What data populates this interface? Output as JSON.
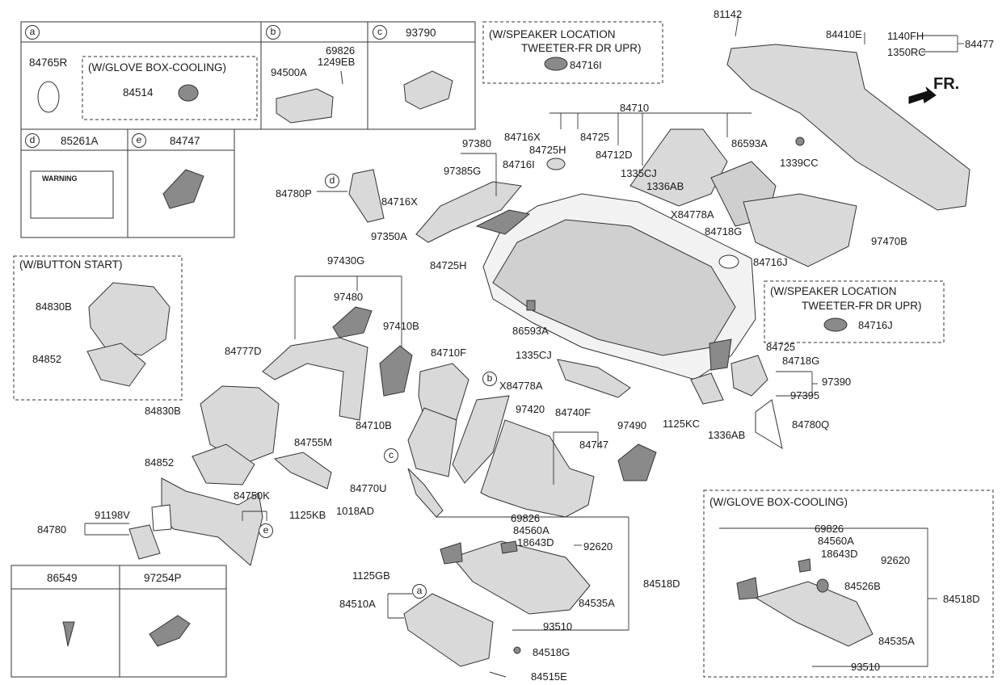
{
  "colors": {
    "line": "#333333",
    "part_fill": "#d9d9d9",
    "part_dark": "#8a8a8a"
  },
  "direction": {
    "label": "FR."
  },
  "boxes": {
    "a": {
      "letter": "a",
      "part": "84765R",
      "note": "(W/GLOVE BOX-COOLING)",
      "note_part": "84514"
    },
    "b": {
      "letter": "b",
      "parts": [
        "94500A",
        "69826",
        "1249EB"
      ]
    },
    "c": {
      "letter": "c",
      "part": "93790"
    },
    "d": {
      "letter": "d",
      "part": "85261A",
      "warning_text": "WARNING"
    },
    "e": {
      "letter": "e",
      "part": "84747"
    },
    "bottom_left": {
      "parts": [
        "86549",
        "97254P"
      ]
    }
  },
  "callouts": {
    "button_start": {
      "title": "(W/BUTTON START)",
      "parts": [
        "84830B",
        "84852"
      ]
    },
    "speaker_top": {
      "title_1": "(W/SPEAKER LOCATION",
      "title_2": "TWEETER-FR DR UPR)",
      "part": "84716I"
    },
    "speaker_right": {
      "title_1": "(W/SPEAKER LOCATION",
      "title_2": "TWEETER-FR DR UPR)",
      "part": "84716J"
    },
    "glove_cooling": {
      "title": "(W/GLOVE BOX-COOLING)",
      "parts": [
        "69826",
        "84560A",
        "18643D",
        "92620",
        "84526B",
        "84518D",
        "84535A",
        "93510"
      ]
    }
  },
  "labels": {
    "l81142": "81142",
    "l84410E": "84410E",
    "l1140FH": "1140FH",
    "l1350RC": "1350RC",
    "l84477": "84477",
    "l84710": "84710",
    "l84716X_a": "84716X",
    "l84725_a": "84725",
    "l84725H_a": "84725H",
    "l84712D": "84712D",
    "l86593A_a": "86593A",
    "l1335CJ_a": "1335CJ",
    "l1336AB_a": "1336AB",
    "lX84778A_a": "X84778A",
    "l84718G_a": "84718G",
    "l1339CC": "1339CC",
    "l97470B": "97470B",
    "l84716J_a": "84716J",
    "l97380": "97380",
    "l97385G": "97385G",
    "l84716I_a": "84716I",
    "l84780P": "84780P",
    "l84716X_b": "84716X",
    "l97350A": "97350A",
    "l84725H_b": "84725H",
    "l86593A_b": "86593A",
    "l97430G": "97430G",
    "l97480": "97480",
    "l97410B": "97410B",
    "l84777D": "84777D",
    "l84830B": "84830B",
    "l84852": "84852",
    "l84755M": "84755M",
    "l1125KB": "1125KB",
    "l84750K": "84750K",
    "l84780": "84780",
    "l91198V": "91198V",
    "l84710F": "84710F",
    "l84710B": "84710B",
    "l97420": "97420",
    "l84770U": "84770U",
    "l1018AD": "1018AD",
    "l84740F": "84740F",
    "l84747": "84747",
    "l97490": "97490",
    "l1335CJ_b": "1335CJ",
    "lX84778A_b": "X84778A",
    "l84725_b": "84725",
    "l84718G_b": "84718G",
    "l97390": "97390",
    "l97395": "97395",
    "l1125KC": "1125KC",
    "l1336AB_b": "1336AB",
    "l84780Q": "84780Q",
    "l69826": "69826",
    "l84560A": "84560A",
    "l18643D": "18643D",
    "l92620": "92620",
    "l1125GB": "1125GB",
    "l84518D": "84518D",
    "l84510A": "84510A",
    "l84535A": "84535A",
    "l93510": "93510",
    "l84518G": "84518G",
    "l84515E": "84515E"
  }
}
